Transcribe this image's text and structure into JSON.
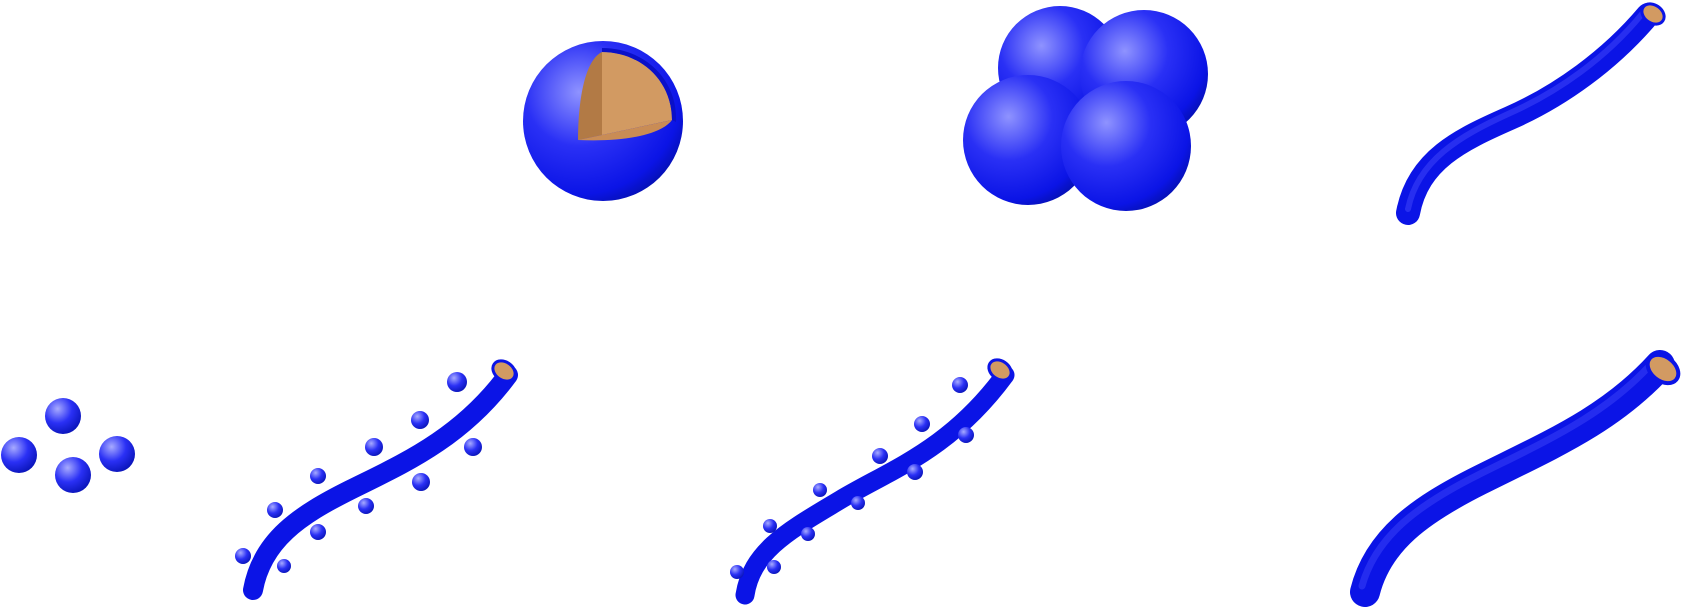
{
  "colors": {
    "shell": "#0b14e6",
    "shell_light": "#8f93ff",
    "shell_dark": "#05087a",
    "core": "#d29a62",
    "core_dark": "#b27a45",
    "background": "#ffffff"
  },
  "objects": [
    "core-shell-sphere-cutaway",
    "sphere-cluster",
    "tube-top-right",
    "small-spheres-group",
    "tube-with-beads-1",
    "tube-with-beads-2",
    "tube-bottom-right"
  ]
}
